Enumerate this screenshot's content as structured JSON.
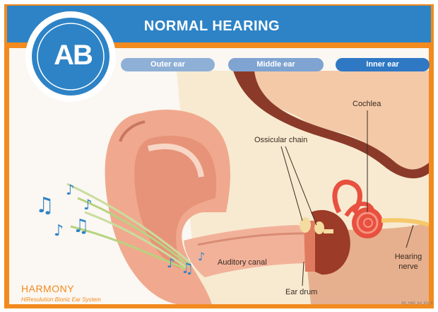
{
  "header": {
    "title": "NORMAL HEARING"
  },
  "logo": {
    "text": "AB"
  },
  "regions": {
    "outer": "Outer ear",
    "middle": "Middle ear",
    "inner": "Inner ear"
  },
  "labels": {
    "cochlea": "Cochlea",
    "ossicular_chain": "Ossicular chain",
    "auditory_canal": "Auditory canal",
    "ear_drum": "Ear drum",
    "hearing_nerve": "Hearing nerve"
  },
  "brand": {
    "name": "HARMONY",
    "subtitle": "HiResolution Bionic Ear System"
  },
  "figure_code": "AB_HAR_A4_EN_A",
  "colors": {
    "banner": "#2d83c6",
    "accent_orange": "#f28a1e",
    "skin": "#f0a98e",
    "bone": "#f5e6c4",
    "cochlea": "#e8503f"
  }
}
